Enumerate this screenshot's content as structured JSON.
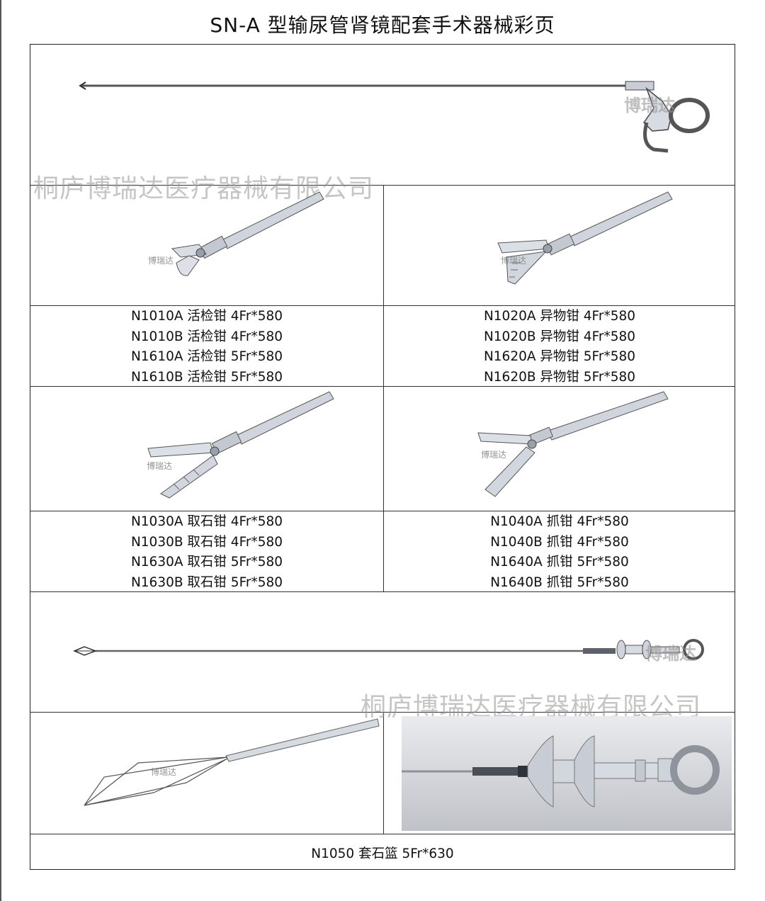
{
  "title": "SN-A 型输尿管肾镜配套手术器械彩页",
  "watermarks": {
    "company": "桐庐博瑞达医疗器械有限公司",
    "brand": "博瑞达"
  },
  "products": {
    "biopsy": [
      "N1010A 活检钳 4Fr*580",
      "N1010B 活检钳 4Fr*580",
      "N1610A 活检钳 5Fr*580",
      "N1610B 活检钳 5Fr*580"
    ],
    "foreign_body": [
      "N1020A 异物钳 4Fr*580",
      "N1020B 异物钳 4Fr*580",
      "N1620A 异物钳 5Fr*580",
      "N1620B 异物钳 5Fr*580"
    ],
    "stone": [
      "N1030A 取石钳 4Fr*580",
      "N1030B 取石钳 4Fr*580",
      "N1630A 取石钳 5Fr*580",
      "N1630B 取石钳 5Fr*580"
    ],
    "grasping": [
      "N1040A 抓钳 4Fr*580",
      "N1040B 抓钳 4Fr*580",
      "N1640A 抓钳 5Fr*580",
      "N1640B 抓钳 5Fr*580"
    ],
    "basket": "N1050 套石篮 5Fr*630"
  },
  "colors": {
    "metal": "#c9cdd6",
    "metal_dark": "#7d828c",
    "line": "#333333"
  }
}
